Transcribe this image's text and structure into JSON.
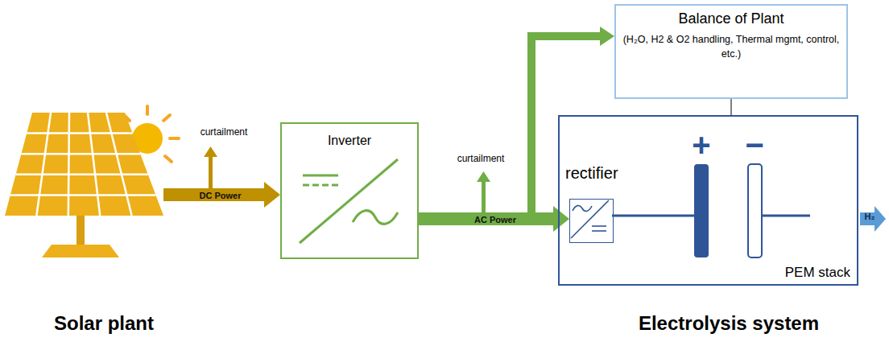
{
  "diagram": {
    "nodes": [
      {
        "text": [
          "Solar plant"
        ]
      },
      {
        "text": [
          "Inverter"
        ]
      },
      {
        "text": [
          "Balance of Plant",
          "(H₂O, H2 & O2 handling, Thermal mgmt, control, etc.)"
        ]
      },
      {
        "text": [
          "PEM stack"
        ]
      },
      {
        "text": [
          "rectifier"
        ],
        "in": 3
      }
    ],
    "edges": [
      {
        "from": 0,
        "to": 1,
        "label": "DC Power",
        "arrow": "to"
      },
      {
        "from": 1,
        "to": 4,
        "label": "AC Power",
        "arrow": "to"
      },
      {
        "from": 1,
        "to": 2,
        "arrow": "to"
      },
      {
        "from": 2,
        "to": 3,
        "arrow": "none"
      }
    ],
    "labels": [
      "curtailment",
      "curtailment",
      "+",
      "−",
      "H₂",
      "Electrolysis system"
    ]
  }
}
